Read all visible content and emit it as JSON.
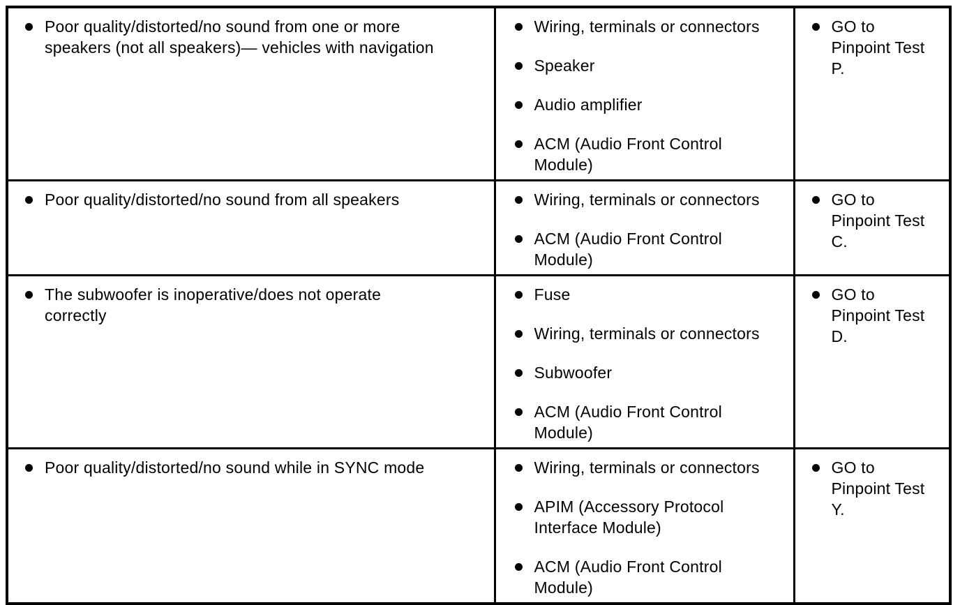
{
  "colors": {
    "background": "#ffffff",
    "border": "#000000",
    "text": "#000000",
    "bullet": "#000000"
  },
  "icons": {
    "bullet": "bullet-icon"
  },
  "table": {
    "rows": [
      {
        "symptom": "Poor quality/distorted/no sound from one or more speakers (not all speakers)— vehicles with navigation",
        "sources": [
          "Wiring, terminals or connectors",
          "Speaker",
          "Audio amplifier",
          "ACM (Audio Front Control Module)"
        ],
        "action": "GO to Pinpoint Test P."
      },
      {
        "symptom": "Poor quality/distorted/no sound from all speakers",
        "sources": [
          "Wiring, terminals or connectors",
          "ACM (Audio Front Control Module)"
        ],
        "action": "GO to Pinpoint Test C."
      },
      {
        "symptom": "The subwoofer is inoperative/does not operate correctly",
        "sources": [
          "Fuse",
          "Wiring, terminals or connectors",
          "Subwoofer",
          "ACM (Audio Front Control Module)"
        ],
        "action": "GO to Pinpoint Test D."
      },
      {
        "symptom": "Poor quality/distorted/no sound while in SYNC mode",
        "sources": [
          "Wiring, terminals or connectors",
          "APIM (Accessory Protocol Interface Module)",
          "ACM (Audio Front Control Module)"
        ],
        "action": "GO to Pinpoint Test Y."
      }
    ]
  }
}
